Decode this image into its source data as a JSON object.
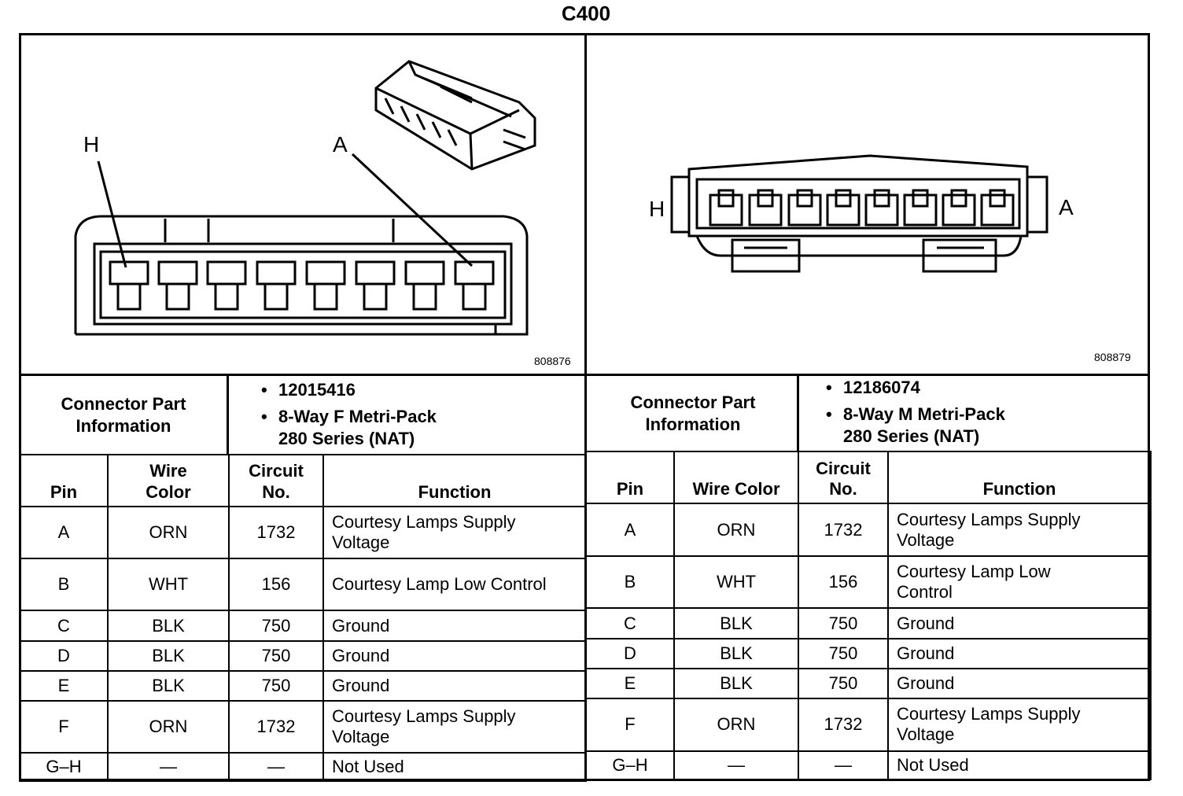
{
  "title": "C400",
  "left": {
    "diagram_id": "808876",
    "pin_label_left": "H",
    "pin_label_right": "A",
    "part_label_line1": "Connector Part",
    "part_label_line2": "Information",
    "part_number": "12015416",
    "description_line1": "8-Way F Metri-Pack",
    "description_line2": "280 Series (NAT)",
    "headers": {
      "pin": "Pin",
      "wire_line1": "Wire",
      "wire_line2": "Color",
      "circuit_line1": "Circuit",
      "circuit_line2": "No.",
      "function": "Function"
    },
    "rows": [
      {
        "pin": "A",
        "color": "ORN",
        "circuit": "1732",
        "f1": "Courtesy Lamps Supply",
        "f2": "Voltage"
      },
      {
        "pin": "B",
        "color": "WHT",
        "circuit": "156",
        "f1": "Courtesy Lamp Low Control",
        "f2": ""
      },
      {
        "pin": "C",
        "color": "BLK",
        "circuit": "750",
        "f1": "Ground",
        "f2": ""
      },
      {
        "pin": "D",
        "color": "BLK",
        "circuit": "750",
        "f1": "Ground",
        "f2": ""
      },
      {
        "pin": "E",
        "color": "BLK",
        "circuit": "750",
        "f1": "Ground",
        "f2": ""
      },
      {
        "pin": "F",
        "color": "ORN",
        "circuit": "1732",
        "f1": "Courtesy Lamps Supply",
        "f2": "Voltage"
      },
      {
        "pin": "G–H",
        "color": "—",
        "circuit": "—",
        "f1": "Not Used",
        "f2": ""
      }
    ]
  },
  "right": {
    "diagram_id": "808879",
    "pin_label_left": "H",
    "pin_label_right": "A",
    "part_label_line1": "Connector Part",
    "part_label_line2": "Information",
    "part_number": "12186074",
    "description_line1": "8-Way M Metri-Pack",
    "description_line2": "280 Series (NAT)",
    "headers": {
      "pin": "Pin",
      "wire": "Wire Color",
      "circuit_line1": "Circuit",
      "circuit_line2": "No.",
      "function": "Function"
    },
    "rows": [
      {
        "pin": "A",
        "color": "ORN",
        "circuit": "1732",
        "f1": "Courtesy Lamps Supply",
        "f2": "Voltage"
      },
      {
        "pin": "B",
        "color": "WHT",
        "circuit": "156",
        "f1": "Courtesy Lamp Low",
        "f2": "Control"
      },
      {
        "pin": "C",
        "color": "BLK",
        "circuit": "750",
        "f1": "Ground",
        "f2": ""
      },
      {
        "pin": "D",
        "color": "BLK",
        "circuit": "750",
        "f1": "Ground",
        "f2": ""
      },
      {
        "pin": "E",
        "color": "BLK",
        "circuit": "750",
        "f1": "Ground",
        "f2": ""
      },
      {
        "pin": "F",
        "color": "ORN",
        "circuit": "1732",
        "f1": "Courtesy Lamps Supply",
        "f2": "Voltage"
      },
      {
        "pin": "G–H",
        "color": "—",
        "circuit": "—",
        "f1": "Not Used",
        "f2": ""
      }
    ]
  }
}
